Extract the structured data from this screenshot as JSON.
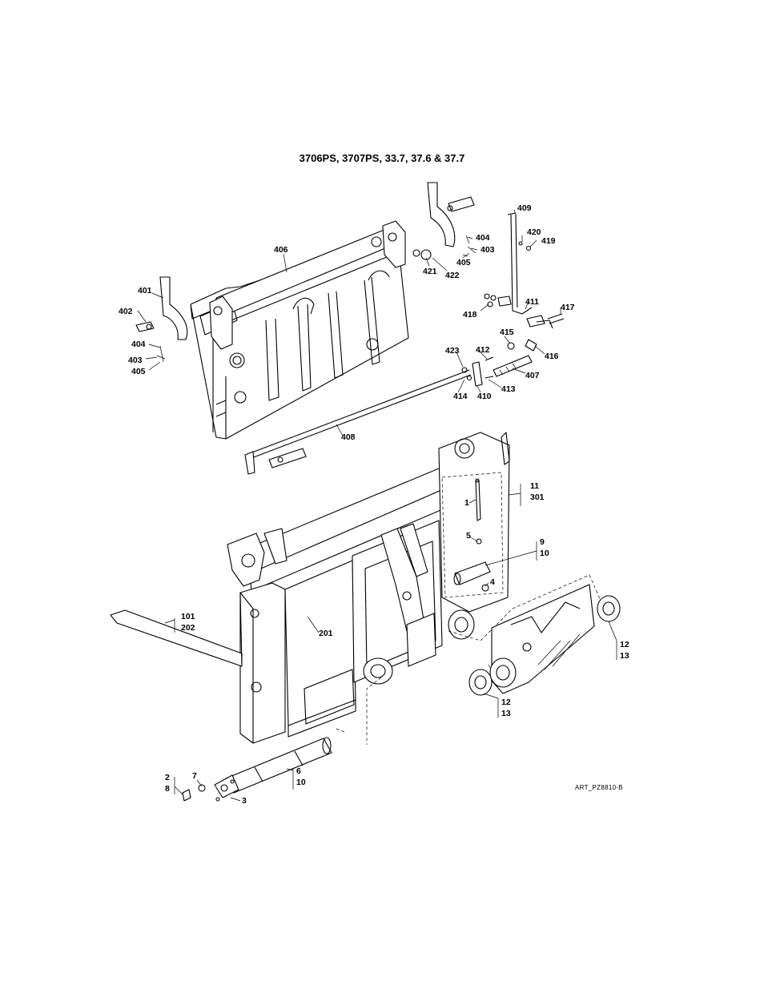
{
  "title": "3706PS, 3707PS, 33.7, 37.6 & 37.7",
  "art_code": "ART_PZ8810-B",
  "callouts": {
    "c1": "1",
    "c2": "2",
    "c8": "8",
    "c3": "3",
    "c4": "4",
    "c5": "5",
    "c6": "6",
    "c10a": "10",
    "c7": "7",
    "c9": "9",
    "c10b": "10",
    "c11": "11",
    "c301": "301",
    "c12a": "12",
    "c13a": "13",
    "c12b": "12",
    "c13b": "13",
    "c101": "101",
    "c202": "202",
    "c201": "201",
    "c401": "401",
    "c402": "402",
    "c403a": "403",
    "c404a": "404",
    "c405a": "405",
    "c406": "406",
    "c404b": "404",
    "c403b": "403",
    "c405b": "405",
    "c421": "421",
    "c422": "422",
    "c409": "409",
    "c420": "420",
    "c419": "419",
    "c418": "418",
    "c411": "411",
    "c417": "417",
    "c415": "415",
    "c416": "416",
    "c423": "423",
    "c412": "412",
    "c407": "407",
    "c414": "414",
    "c410": "410",
    "c413": "413",
    "c408": "408"
  }
}
